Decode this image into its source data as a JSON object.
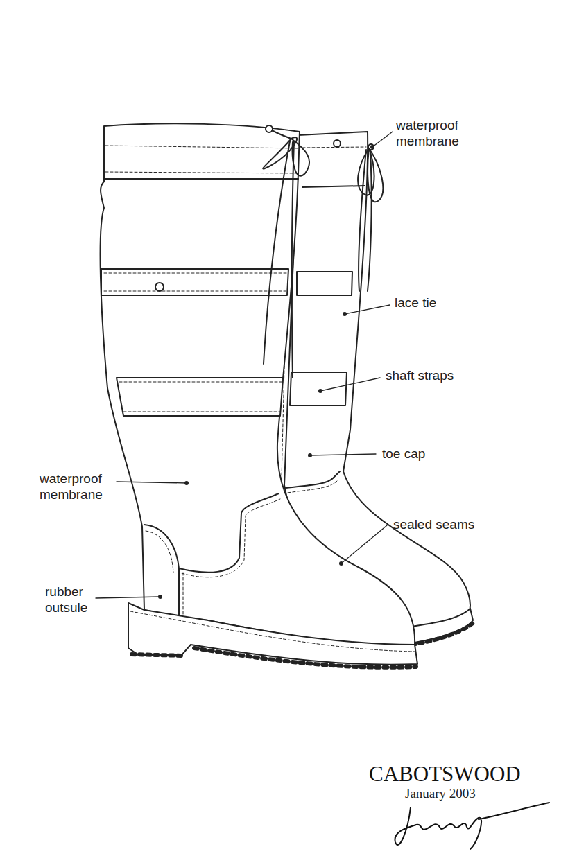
{
  "diagram": {
    "labels": [
      "waterproof membrane",
      "lace tie",
      "shaft straps",
      "toe cap",
      "sealed seams",
      "waterproof membrane",
      "rubber outsule",
      "CABOTSWOOD",
      "January 2003"
    ]
  }
}
